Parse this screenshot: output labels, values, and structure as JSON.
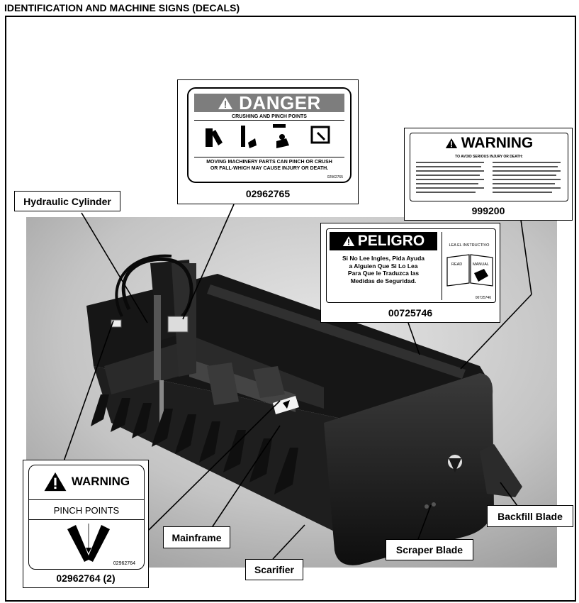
{
  "header": {
    "title": "IDENTIFICATION AND MACHINE SIGNS (DECALS)"
  },
  "callouts": {
    "hydraulic_cylinder": "Hydraulic Cylinder",
    "mainframe": "Mainframe",
    "scarifier": "Scarifier",
    "scraper_blade": "Scraper Blade",
    "backfill_blade": "Backfill Blade"
  },
  "decals": {
    "danger": {
      "part_number": "02962765",
      "signal_word": "DANGER",
      "subtitle": "CRUSHING AND PINCH POINTS",
      "message_line1": "MOVING MACHINERY PARTS CAN PINCH OR CRUSH",
      "message_line2": "OR FALL-WHICH MAY CAUSE INJURY OR DEATH.",
      "small_number": "02962765"
    },
    "warning_top": {
      "part_number": "999200",
      "signal_word": "WARNING",
      "subtitle": "TO AVOID SERIOUS INJURY OR DEATH:"
    },
    "peligro": {
      "part_number": "00725746",
      "signal_word": "PELIGRO",
      "message_lines": [
        "Si No Lee Ingles, Pida Ayuda",
        "a Alguien Que Si Lo Lea",
        "Para Que le Traduzca las",
        "Medidas de Seguridad."
      ],
      "right_title": "LEA EL INSTRUCTIVO",
      "book_left": "READ",
      "book_right": "MANUAL",
      "small_number": "00725746"
    },
    "pinch": {
      "part_number": "02962764 (2)",
      "signal_word": "WARNING",
      "subtitle": "PINCH POINTS",
      "small_number": "02962764"
    }
  },
  "colors": {
    "danger_red_gray": "#7d7d7d",
    "black": "#000000",
    "photo_bg": "#c9c9c9"
  }
}
